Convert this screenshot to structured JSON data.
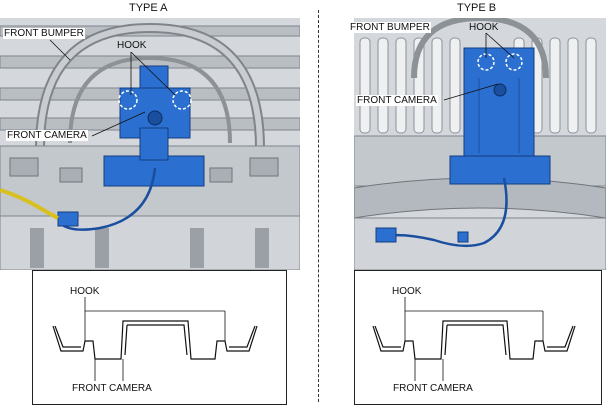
{
  "panel_a": {
    "title": "TYPE A",
    "labels": {
      "front_bumper": "FRONT BUMPER",
      "hook": "HOOK",
      "front_camera": "FRONT CAMERA"
    },
    "detail": {
      "hook": "HOOK",
      "front_camera": "FRONT CAMERA"
    }
  },
  "panel_b": {
    "title": "TYPE B",
    "labels": {
      "front_bumper": "FRONT BUMPER",
      "hook": "HOOK",
      "front_camera": "FRONT CAMERA"
    },
    "detail": {
      "hook": "HOOK",
      "front_camera": "FRONT CAMERA"
    }
  },
  "colors": {
    "bracket": "#2b6fd0",
    "bracket_dark": "#1a4fa0",
    "metal": "#c9cdd1",
    "metal_dark": "#8d9297",
    "harness_yellow": "#d8c020"
  }
}
